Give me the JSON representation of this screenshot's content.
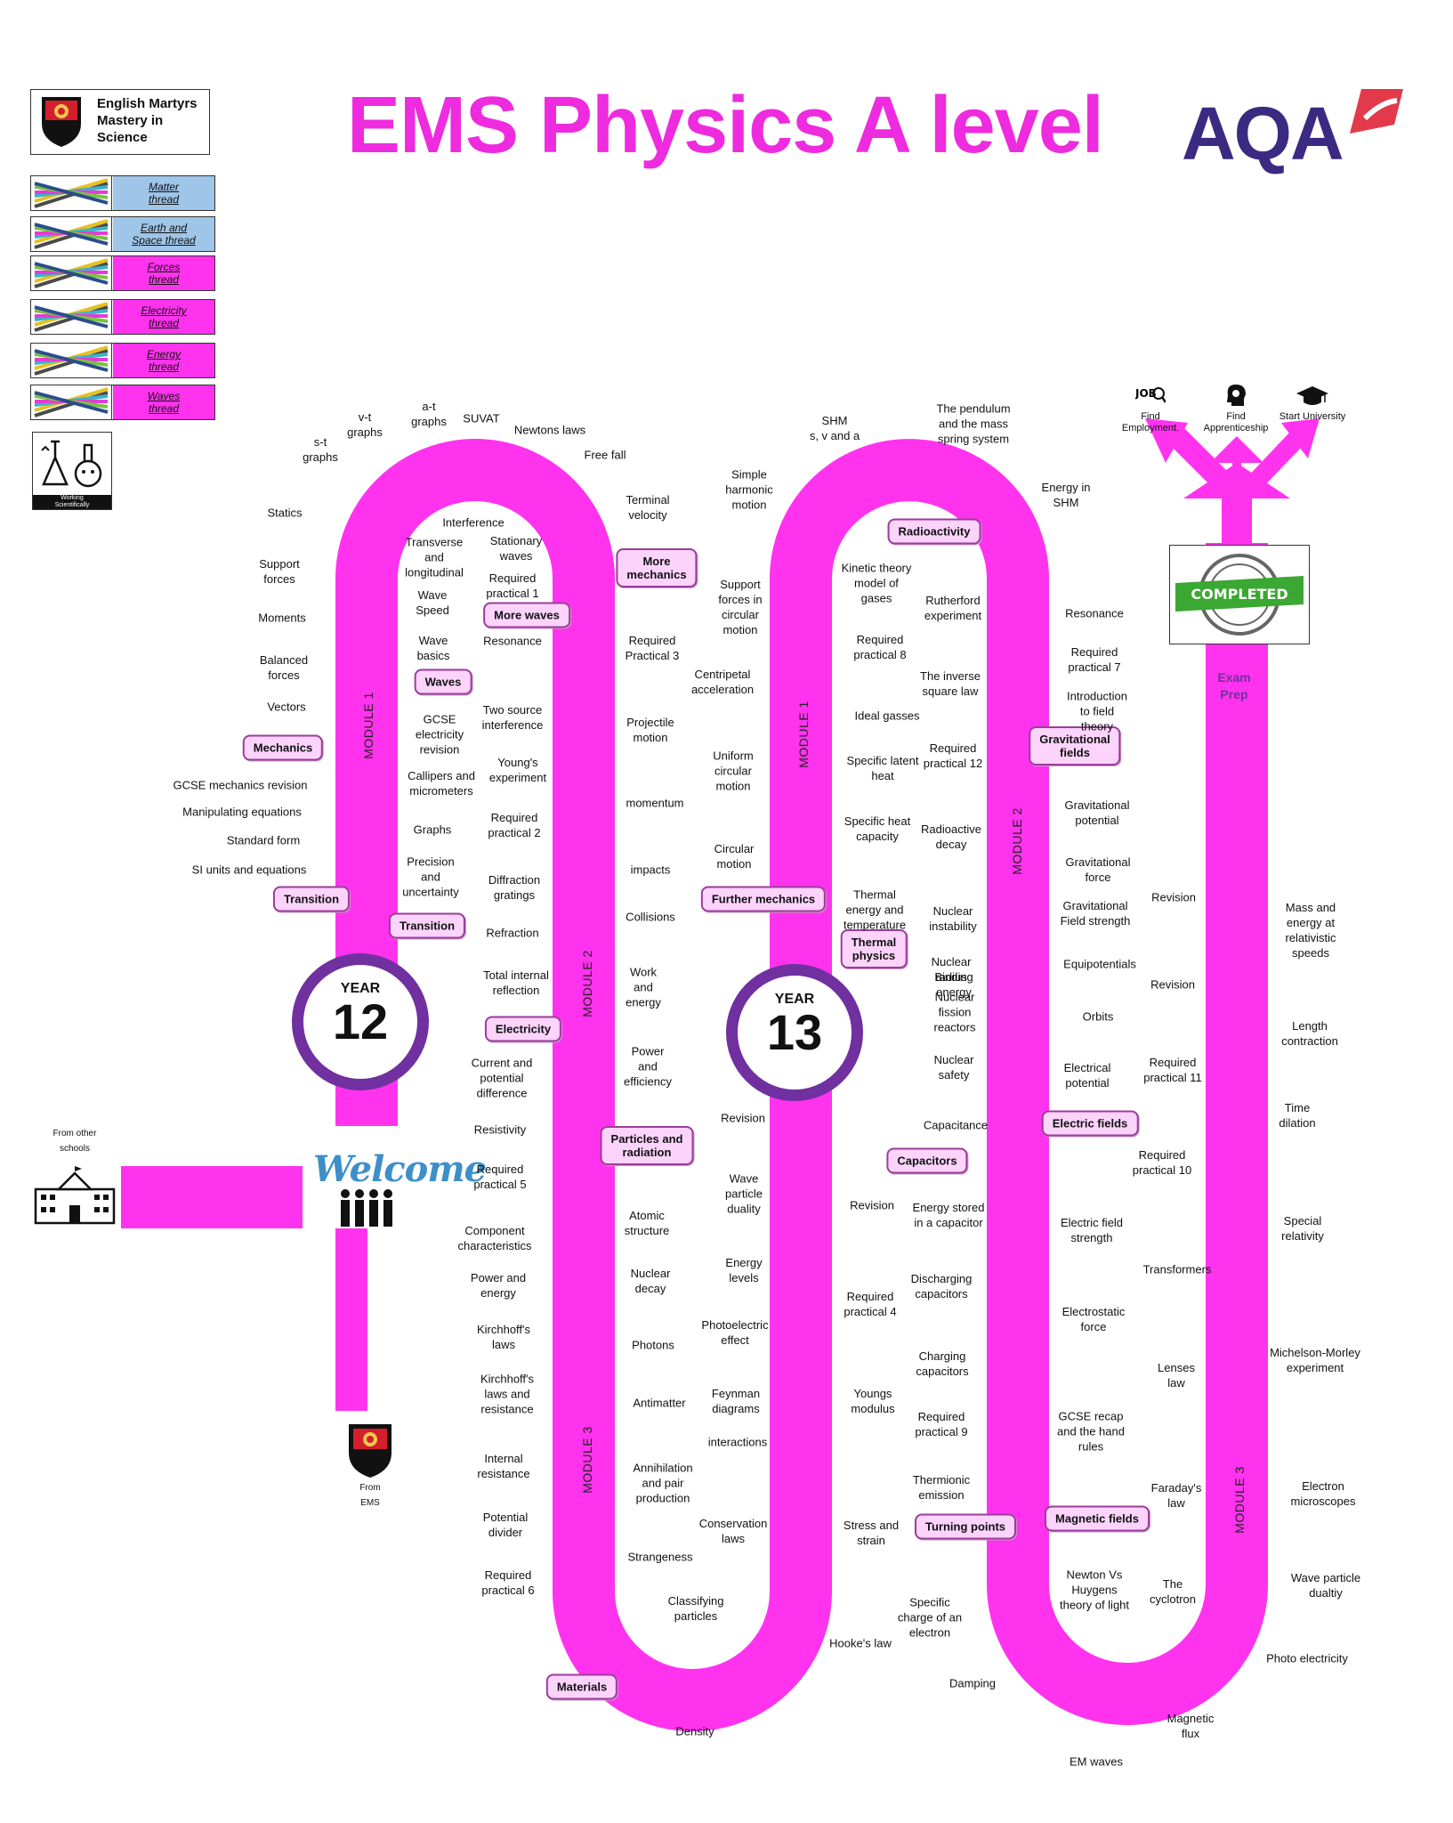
{
  "header": {
    "title": "EMS Physics A level",
    "brand": "AQA",
    "school": "English Martyrs\nMastery in\nScience",
    "colors": {
      "title": "#ee2bde",
      "road": "#ff33ee",
      "year_ring": "#7030a0",
      "aqa": "#3a2a82",
      "aqa_swoosh": "#e23a4a"
    }
  },
  "threads": [
    {
      "label": "Matter\nthread",
      "color": "#9fc5e8"
    },
    {
      "label": "Earth and\nSpace thread",
      "color": "#9fc5e8"
    },
    {
      "label": "Forces\nthread",
      "color": "#ff33ee"
    },
    {
      "label": "Electricity\nthread",
      "color": "#ff33ee"
    },
    {
      "label": "Energy\nthread",
      "color": "#ff33ee"
    },
    {
      "label": "Waves\nthread",
      "color": "#ff33ee"
    }
  ],
  "working_scientifically": "Working\nScientifically",
  "destinations": [
    {
      "label": "Find\nEmployment.",
      "icon": "job-icon"
    },
    {
      "label": "Find\nApprenticeship",
      "icon": "head-gear-icon"
    },
    {
      "label": "Start University",
      "icon": "graduation-cap-icon"
    }
  ],
  "completed_badge": "COMPLETED",
  "exam_prep": "Exam\nPrep",
  "entry": {
    "from_other": "From  other\nschools",
    "welcome": "Welcome",
    "from_ems": "From\nEMS"
  },
  "years": [
    {
      "word": "YEAR",
      "number": "12"
    },
    {
      "word": "YEAR",
      "number": "13"
    }
  ],
  "modules": [
    "MODULE 1",
    "MODULE 2",
    "MODULE 3",
    "MODULE 1",
    "MODULE 2",
    "MODULE 3"
  ],
  "topic_tags": [
    "Mechanics",
    "Transition",
    "Transition",
    "Waves",
    "More waves",
    "More\nmechanics",
    "Electricity",
    "Particles and\nradiation",
    "Materials",
    "Further mechanics",
    "Thermal\nphysics",
    "Radioactivity",
    "Gravitational\nfields",
    "Capacitors",
    "Electric fields",
    "Turning points",
    "Magnetic fields"
  ],
  "milestones": [
    "Statics",
    "Support\nforces",
    "Moments",
    "Balanced\nforces",
    "Vectors",
    "GCSE mechanics revision",
    "Manipulating equations",
    "Standard form",
    "SI units and equations",
    "s-t\ngraphs",
    "v-t\ngraphs",
    "a-t\ngraphs",
    "SUVAT",
    "Newtons laws",
    "Free fall",
    "Terminal\nvelocity",
    "Interference",
    "Transverse\nand\nlongitudinal",
    "Stationary\nwaves",
    "Wave\nSpeed",
    "Required\npractical 1",
    "Wave\nbasics",
    "Resonance",
    "GCSE\nelectricity\nrevision",
    "Two source\ninterference",
    "Callipers and\nmicrometers",
    "Young's\nexperiment",
    "Graphs",
    "Required\npractical 2",
    "Precision\nand\nuncertainty",
    "Diffraction\ngratings",
    "Refraction",
    "Total internal\nreflection",
    "Current and\npotential\ndifference",
    "Resistivity",
    "Required\npractical 5",
    "Component\ncharacteristics",
    "Power and\nenergy",
    "Kirchhoff's\nlaws",
    "Kirchhoff's\nlaws and\nresistance",
    "Internal\nresistance",
    "Potential\ndivider",
    "Required\npractical 6",
    "Required\nPractical 3",
    "Projectile\nmotion",
    "momentum",
    "impacts",
    "Collisions",
    "Work\nand\nenergy",
    "Power\nand\nefficiency",
    "Atomic\nstructure",
    "Nuclear\ndecay",
    "Photons",
    "Antimatter",
    "Annihilation\nand pair\nproduction",
    "Strangeness",
    "Classifying\nparticles",
    "Density",
    "Simple\nharmonic\nmotion",
    "SHM\ns, v and a",
    "The pendulum\nand the mass\nspring system",
    "Energy in\nSHM",
    "Support\nforces in\ncircular\nmotion",
    "Centripetal\nacceleration",
    "Uniform\ncircular\nmotion",
    "Circular\nmotion",
    "Revision",
    "Wave\nparticle\nduality",
    "Energy\nlevels",
    "Photoelectric\neffect",
    "Feynman\ndiagrams",
    "interactions",
    "Conservation\nlaws",
    "Kinetic theory\nmodel of\ngases",
    "Required\npractical 8",
    "Ideal gasses",
    "Specific latent\nheat",
    "Specific heat\ncapacity",
    "Thermal\nenergy and\ntemperature",
    "Revision",
    "Required\npractical 4",
    "Youngs\nmodulus",
    "Stress and\nstrain",
    "Hooke's law",
    "Rutherford\nexperiment",
    "The inverse\nsquare law",
    "Required\npractical 12",
    "Radioactive\ndecay",
    "Nuclear\ninstability",
    "Nuclear\nradius",
    "Binding\nenergy",
    "Nuclear\nfission\nreactors",
    "Nuclear\nsafety",
    "Capacitance",
    "Energy stored\nin a capacitor",
    "Discharging\ncapacitors",
    "Charging\ncapacitors",
    "Required\npractical 9",
    "Thermionic\nemission",
    "Specific\ncharge of an\nelectron",
    "Damping",
    "Resonance",
    "Required\npractical 7",
    "Introduction\nto field\ntheory",
    "Gravitational\npotential",
    "Gravitational\nforce",
    "Gravitational\nField strength",
    "Equipotentials",
    "Orbits",
    "Electrical\npotential",
    "Electric field\nstrength",
    "Electrostatic\nforce",
    "GCSE recap\nand the hand\nrules",
    "Newton Vs\nHuygens\ntheory of light",
    "EM waves",
    "Magnetic\nflux",
    "The\ncyclotron",
    "Faraday's\nlaw",
    "Lenses\nlaw",
    "Transformers",
    "Required\npractical 10",
    "Required\npractical 11",
    "Revision",
    "Revision",
    "Mass and\nenergy at\nrelativistic\nspeeds",
    "Length\ncontraction",
    "Time\ndilation",
    "Special\nrelativity",
    "Michelson-Morley\nexperiment",
    "Electron\nmicroscopes",
    "Wave particle\ndualtiy",
    "Photo electricity"
  ]
}
